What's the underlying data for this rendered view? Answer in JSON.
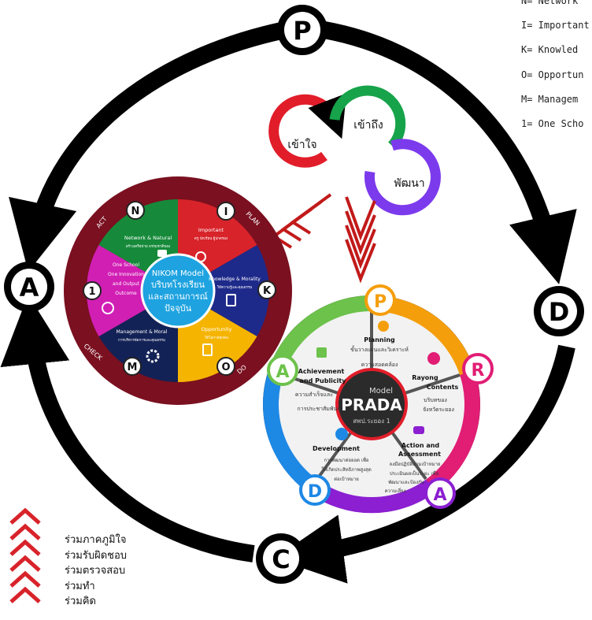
{
  "pdca": {
    "p": "P",
    "d": "D",
    "c": "C",
    "a": "A"
  },
  "legend": [
    "N= Network",
    "I= Important",
    "K= Knowled",
    "O= Opportun",
    "M= Managem",
    "1= One Scho"
  ],
  "loop": {
    "understand": "เข้าใจ",
    "access": "เข้าถึง",
    "develop": "พัฒนา"
  },
  "nikom": {
    "center_title": "NIKOM Model",
    "center_line2": "บริบทโรงเรียน",
    "center_line3": "และสถานการณ์",
    "center_line4": "ปัจจุบัน",
    "letters": {
      "n": "N",
      "i": "I",
      "k": "K",
      "o": "O",
      "m": "M",
      "one": "1"
    },
    "segments": {
      "network": "Network & Natural",
      "network_sub": "สร้างเครือข่าย ธรรมชาติของ",
      "important": "Important",
      "important_sub": "ครู นักเรียน ผู้ปกครอง",
      "knowledge": "Knowledge & Morality",
      "knowledge_sub": "ให้ความรู้และคุณธรรม",
      "opportunity": "Opportunity",
      "opportunity_sub": "ให้โอกาสทุกคน",
      "management": "Management & Moral",
      "management_sub": "การบริหารจัดการและคุณธรรม",
      "one_school_1": "One School",
      "one_school_2": "One Innovation",
      "one_school_3": "and Output",
      "one_school_4": "Outcome"
    },
    "ring": {
      "act": "ACT",
      "plan": "PLAN",
      "check": "CHECK",
      "do": "DO"
    }
  },
  "prada": {
    "model": "Model",
    "name": "PRADA",
    "tagline": "สพป.ระยอง 1",
    "letters": {
      "p": "P",
      "r": "R",
      "a1": "A",
      "d": "D",
      "a2": "A"
    },
    "planning": {
      "title": "Planning",
      "l1": "ขั้นวางแผนและวิเคราะห์",
      "l2": "ความสอดคล้อง"
    },
    "rayong": {
      "t1": "Rayong",
      "t2": "Contents",
      "l1": "บริบทของ",
      "l2": "จังหวัดระยอง"
    },
    "action": {
      "t1": "Action and",
      "t2": "Assessment",
      "l1": "ลงมือปฏิบัติตามเป้าหมาย",
      "l2": "ประเมินผลเป็นระยะ เพื่อ",
      "l3": "พัฒนาและป้องกัน",
      "l4": "ความเสี่ยง"
    },
    "development": {
      "title": "Development",
      "l1": "การพัฒนาต่อยอด เพื่อ",
      "l2": "ให้เกิดประสิทธิภาพสูงสุด",
      "l3": "ต่อเป้าหมาย"
    },
    "achievement": {
      "t1": "Achievement",
      "t2": "and Publicity",
      "l1": "ความสำเร็จและ",
      "l2": "การประชาสัมพันธ์"
    }
  },
  "bottom_list": [
    "ร่วมภาคภูมิใจ",
    "ร่วมรับผิดชอบ",
    "ร่วมตรวจสอบ",
    "ร่วมทำ",
    "ร่วมคิด"
  ],
  "colors": {
    "black": "#000000",
    "maroon": "#7a1020",
    "red": "#d8232a",
    "green": "#16a34a",
    "blue": "#1e3a8a",
    "purple": "#7c3aed",
    "magenta": "#d11fb4",
    "orange": "#f59e0b",
    "pink": "#e11d74",
    "cyan": "#1ea3e0",
    "lime": "#6cc24a"
  }
}
